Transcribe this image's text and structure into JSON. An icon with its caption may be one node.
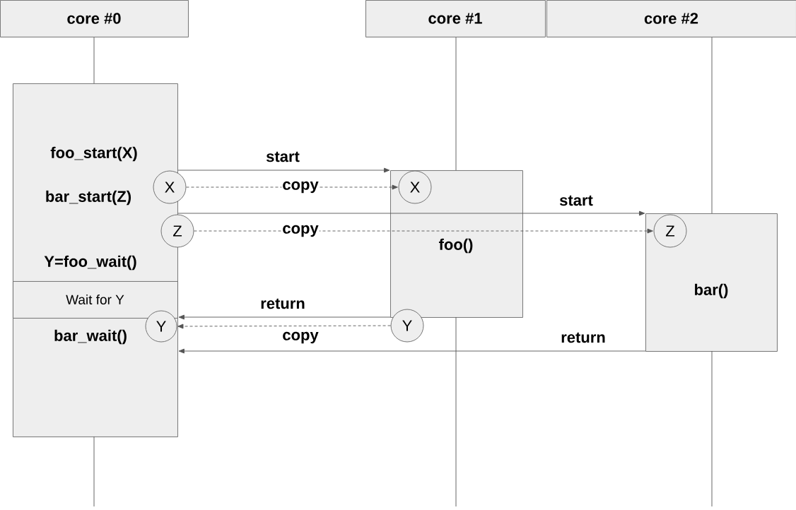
{
  "diagram": {
    "nodes": [
      {
        "text": [
          "core #0"
        ]
      },
      {
        "text": [
          "core #1"
        ]
      },
      {
        "text": [
          "core #2"
        ]
      },
      {
        "text": [
          "foo_start(X)",
          "bar_start(Z)",
          "Y=foo_wait()",
          "bar_wait()"
        ]
      },
      {
        "text": [
          "Wait for Y"
        ],
        "in": 3
      },
      {
        "text": [
          "foo()"
        ]
      },
      {
        "text": [
          "bar()"
        ]
      },
      {
        "text": [
          "X"
        ]
      },
      {
        "text": [
          "X"
        ],
        "in": 5
      },
      {
        "text": [
          "Z"
        ]
      },
      {
        "text": [
          "Z"
        ],
        "in": 6
      },
      {
        "text": [
          "Y"
        ],
        "in": 3
      },
      {
        "text": [
          "Y"
        ]
      }
    ],
    "edges": [
      {
        "from": 3,
        "to": 5,
        "arrow": "to",
        "label": "start"
      },
      {
        "from": 7,
        "to": 8,
        "arrow": "to",
        "label": "copy",
        "style": "dashed"
      },
      {
        "from": 3,
        "to": 6,
        "arrow": "to",
        "label": "start"
      },
      {
        "from": 9,
        "to": 10,
        "arrow": "to",
        "label": "copy",
        "style": "dashed"
      },
      {
        "from": 5,
        "to": 3,
        "arrow": "to",
        "label": "return"
      },
      {
        "from": 12,
        "to": 11,
        "arrow": "to",
        "label": "copy",
        "style": "dashed"
      },
      {
        "from": 6,
        "to": 3,
        "arrow": "to",
        "label": "return"
      },
      {
        "from": 0,
        "to": null,
        "arrow": "none"
      },
      {
        "from": 1,
        "to": null,
        "arrow": "none"
      },
      {
        "from": 2,
        "to": null,
        "arrow": "none"
      }
    ]
  }
}
